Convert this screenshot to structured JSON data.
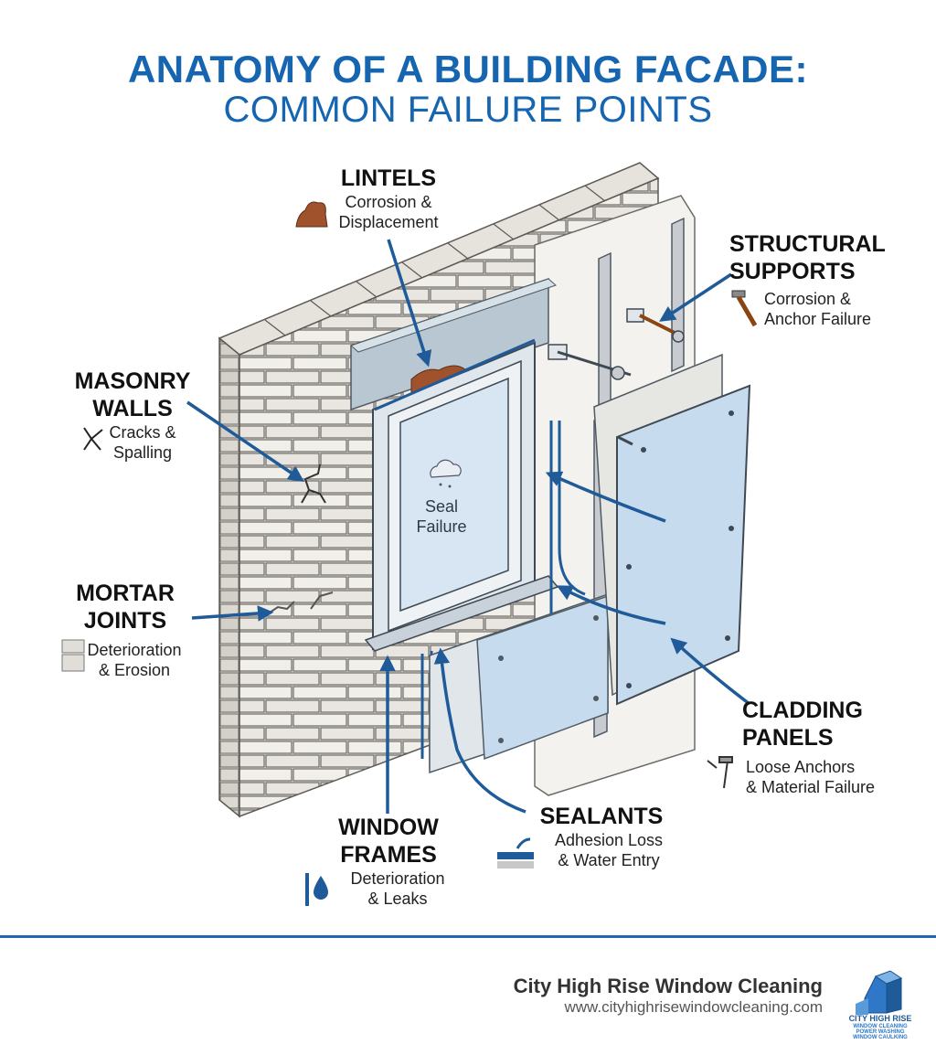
{
  "title": {
    "line1": "ANATOMY OF A BUILDING FACADE:",
    "line2": "COMMON FAILURE POINTS"
  },
  "labels": {
    "lintels": {
      "name": "LINTELS",
      "desc1": "Corrosion &",
      "desc2": "Displacement",
      "icon": "rust-icon"
    },
    "structural": {
      "name1": "STRUCTURAL",
      "name2": "SUPPORTS",
      "desc1": "Corrosion &",
      "desc2": "Anchor Failure",
      "icon": "bolt-icon"
    },
    "masonry": {
      "name1": "MASONRY",
      "name2": "WALLS",
      "desc1": "Cracks &",
      "desc2": "Spalling",
      "icon": "crack-icon"
    },
    "mortar": {
      "name1": "MORTAR",
      "name2": "JOINTS",
      "desc1": "Deterioration",
      "desc2": "& Erosion",
      "icon": "mortar-icon"
    },
    "cladding": {
      "name1": "CLADDING",
      "name2": "PANELS",
      "desc1": "Loose Anchors",
      "desc2": "& Material Failure",
      "icon": "screw-icon"
    },
    "window": {
      "name1": "WINDOW",
      "name2": "FRAMES",
      "desc1": "Deterioration",
      "desc2": "& Leaks",
      "icon": "water-drop-icon"
    },
    "sealants": {
      "name": "SEALANTS",
      "desc1": "Adhesion Loss",
      "desc2": "& Water Entry",
      "icon": "sealant-bead-icon"
    },
    "seal": {
      "line1": "Seal",
      "line2": "Failure",
      "icon": "cloud-icon"
    }
  },
  "footer": {
    "company": "City High Rise Window Cleaning",
    "url": "www.cityhighrisewindowcleaning.com",
    "logo_line1": "CITY HIGH RISE",
    "logo_line2": "WINDOW CLEANING",
    "logo_line3": "POWER WASHING",
    "logo_line4": "WINDOW CAULKING"
  },
  "colors": {
    "accent": "#1565b0",
    "arrow": "#1f5a99",
    "brick": "#e9e7e2",
    "panel": "#cfe0f0"
  }
}
